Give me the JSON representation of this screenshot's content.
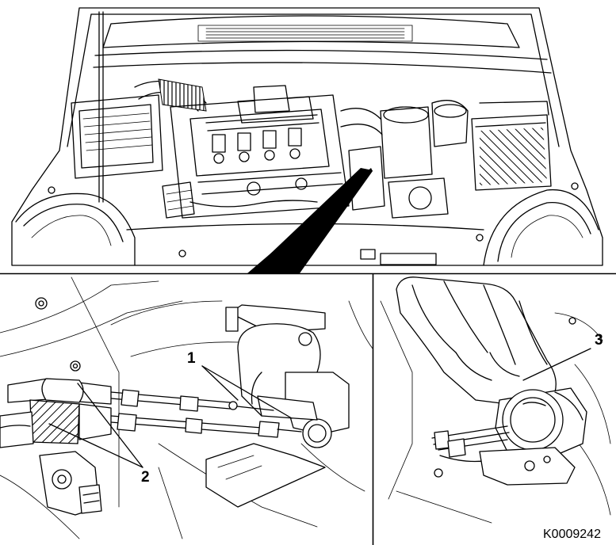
{
  "figure": {
    "document_id": "K0009242",
    "callouts": {
      "one": "1",
      "two": "2",
      "three": "3"
    }
  }
}
